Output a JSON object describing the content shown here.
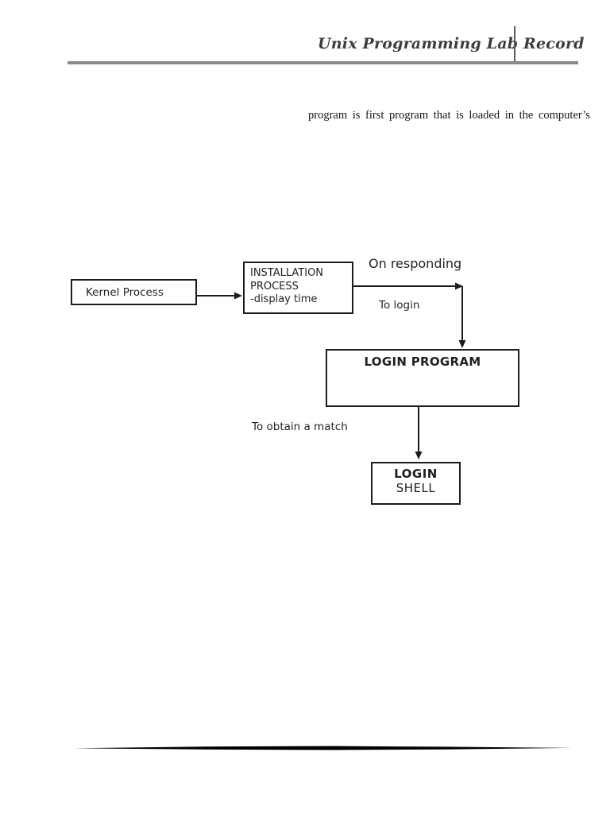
{
  "header": {
    "title": "Unix Programming Lab Record"
  },
  "body_text": {
    "paragraph_fragment": "program is first program that is loaded in the computer’s"
  },
  "flowchart": {
    "nodes": {
      "kernel": {
        "label": "Kernel Process"
      },
      "installation": {
        "lines": [
          "INSTALLATION",
          "PROCESS",
          "-display time"
        ]
      },
      "login_program": {
        "label": "LOGIN PROGRAM"
      },
      "login_shell": {
        "lines": [
          "LOGIN",
          "SHELL"
        ]
      }
    },
    "edge_labels": {
      "on_responding": "On responding",
      "to_login": "To login",
      "to_obtain_a_match": "To obtain a match"
    }
  },
  "colors": {
    "header_rule": "#8a8a8a",
    "header_bar": "#5a5a5a",
    "box_border": "#1c1c1c",
    "arrow": "#1c1c1c",
    "footer_divider": "#000000",
    "text": "#1f1f1f"
  }
}
